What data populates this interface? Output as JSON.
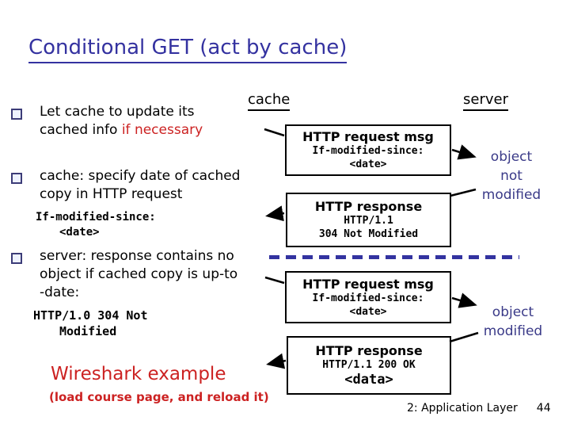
{
  "title": "Conditional GET (act by cache)",
  "colors": {
    "title_blue": "#3432a0",
    "highlight_red": "#cc2222",
    "annotation_blue": "#3a3a88",
    "dashed_divider_blue": "#3333a0",
    "background": "#ffffff"
  },
  "left": {
    "bullet1": {
      "line1": "Let cache to update its",
      "line2_black": "cached info ",
      "line2_red": "if necessary"
    },
    "bullet2": {
      "line1": "cache: specify date of cached",
      "line2": "copy in HTTP request"
    },
    "code1": {
      "line1": "If-modified-since:",
      "line2": "<date>"
    },
    "bullet3": {
      "line1": "server: response contains no",
      "line2": "object if cached copy is up-to",
      "line3": "-date:"
    },
    "code2": {
      "line1": "HTTP/1.0 304 Not",
      "line2": "Modified"
    },
    "wireshark_title": "Wireshark example",
    "wireshark_sub": "(load course page, and reload it)"
  },
  "diagram": {
    "cache_label": "cache",
    "server_label": "server",
    "box1": {
      "title": "HTTP request msg",
      "line1": "If-modified-since:",
      "line2": "<date>"
    },
    "box2": {
      "title": "HTTP response",
      "line1": "HTTP/1.1",
      "line2": "304 Not Modified"
    },
    "box3": {
      "title": "HTTP request msg",
      "line1": "If-modified-since:",
      "line2": "<date>"
    },
    "box4": {
      "title": "HTTP response",
      "line1": "HTTP/1.1 200 OK",
      "line2": "<data>"
    },
    "annotation1": {
      "line1": "object",
      "line2": "not",
      "line3": "modified"
    },
    "annotation2": {
      "line1": "object",
      "line2": "modified"
    }
  },
  "footer": {
    "section": "2: Application Layer",
    "page": "44"
  }
}
